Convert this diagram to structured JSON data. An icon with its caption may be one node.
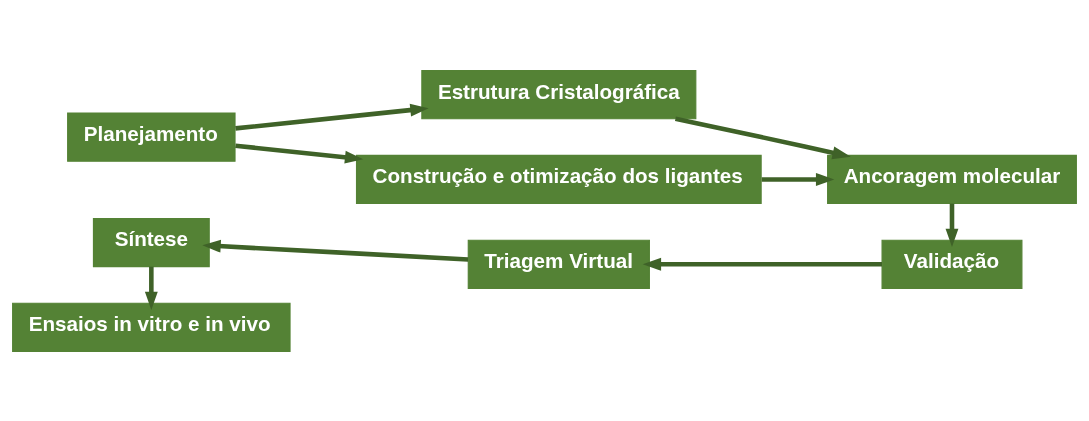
{
  "diagram": {
    "nodes": [
      {
        "text": [
          "Planejamento"
        ]
      },
      {
        "text": [
          "Estrutura Cristalográfica"
        ]
      },
      {
        "text": [
          "Construção e otimização dos ligantes"
        ]
      },
      {
        "text": [
          "Ancoragem molecular"
        ]
      },
      {
        "text": [
          "Validação"
        ]
      },
      {
        "text": [
          "Triagem Virtual"
        ]
      },
      {
        "text": [
          "Síntese"
        ]
      },
      {
        "text": [
          "Ensaios in vitro e in vivo"
        ]
      }
    ],
    "edges": [
      {
        "from": 0,
        "to": 1,
        "arrow": "to"
      },
      {
        "from": 0,
        "to": 2,
        "arrow": "to"
      },
      {
        "from": 1,
        "to": 3,
        "arrow": "to"
      },
      {
        "from": 2,
        "to": 3,
        "arrow": "to"
      },
      {
        "from": 3,
        "to": 4,
        "arrow": "to"
      },
      {
        "from": 4,
        "to": 5,
        "arrow": "to"
      },
      {
        "from": 5,
        "to": 6,
        "arrow": "to"
      },
      {
        "from": 6,
        "to": 7,
        "arrow": "to"
      }
    ]
  }
}
